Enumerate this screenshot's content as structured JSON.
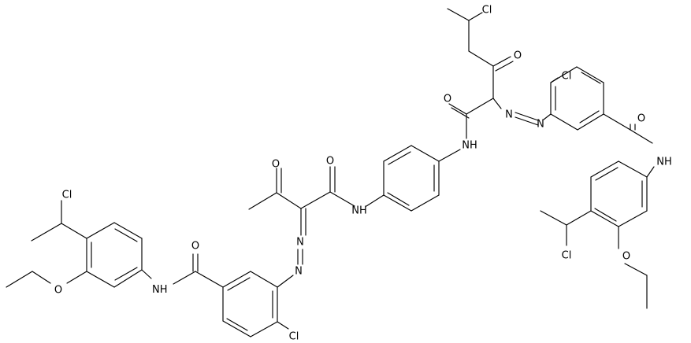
{
  "diagram": {
    "type": "chemical-structure",
    "atom_labels": [
      "Cl",
      "O",
      "Cl",
      "O",
      "NH",
      "NH",
      "O",
      "O",
      "Cl",
      "NH",
      "O",
      "Cl",
      "N",
      "N",
      "N",
      "N",
      "O",
      "O",
      "Cl",
      "O"
    ]
  }
}
